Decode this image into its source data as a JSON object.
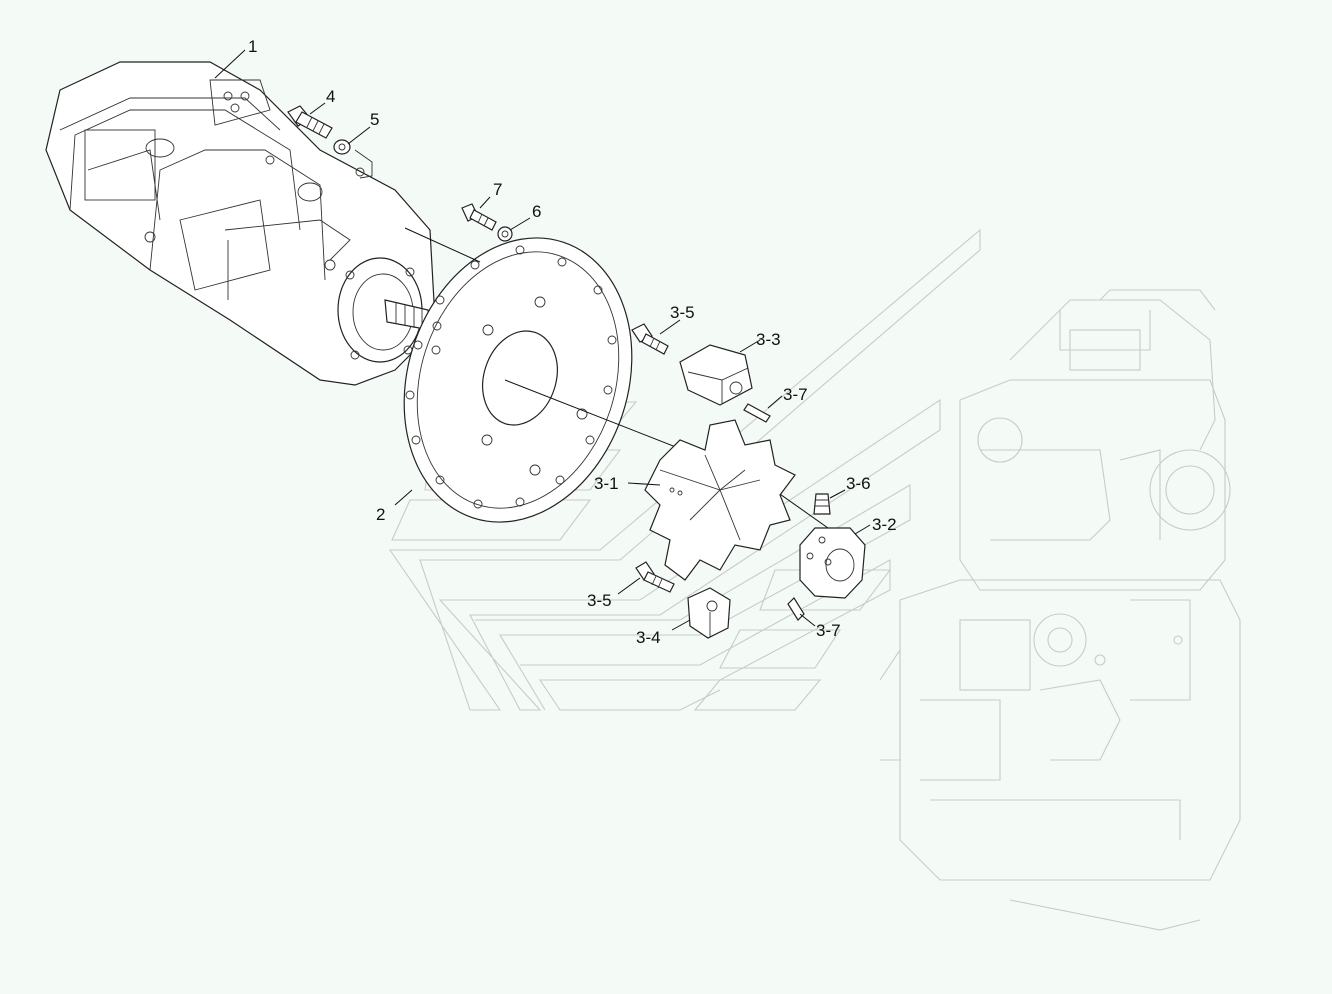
{
  "callouts": {
    "c1": "1",
    "c2": "2",
    "c4": "4",
    "c5": "5",
    "c6": "6",
    "c7": "7",
    "c3_1": "3-1",
    "c3_2": "3-2",
    "c3_3": "3-3",
    "c3_4": "3-4",
    "c3_5_top": "3-5",
    "c3_5_bottom": "3-5",
    "c3_6": "3-6",
    "c3_7_top": "3-7",
    "c3_7_bottom": "3-7"
  },
  "colors": {
    "background": "#f4faf6",
    "line": "#222222",
    "watermark": "#c7ccc9"
  }
}
